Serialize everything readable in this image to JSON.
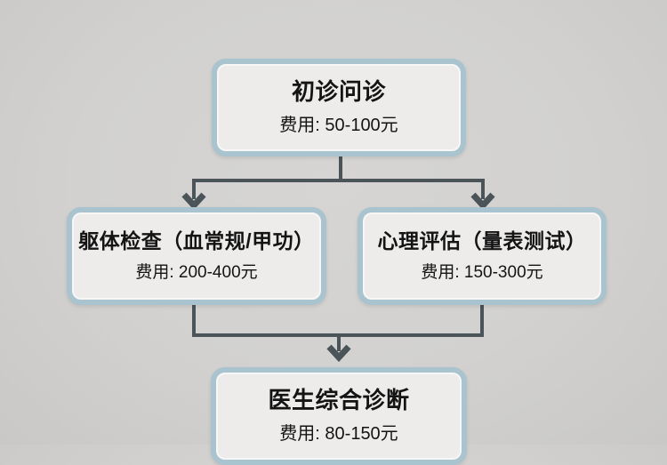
{
  "diagram_type": "flowchart",
  "nodes": [
    {
      "id": "initial-consultation",
      "title": "初诊问诊",
      "fee": "费用: 50-100元"
    },
    {
      "id": "physical-exam",
      "title": "躯体检查（血常规/甲功）",
      "fee": "费用: 200-400元"
    },
    {
      "id": "psych-assessment",
      "title": "心理评估（量表测试）",
      "fee": "费用: 150-300元"
    },
    {
      "id": "final-diagnosis",
      "title": "医生综合诊断",
      "fee": "费用: 80-150元"
    }
  ],
  "edges": [
    {
      "from": "initial-consultation",
      "to": "physical-exam"
    },
    {
      "from": "initial-consultation",
      "to": "psych-assessment"
    },
    {
      "from": "physical-exam",
      "to": "final-diagnosis"
    },
    {
      "from": "psych-assessment",
      "to": "final-diagnosis"
    }
  ],
  "colors": {
    "background": "#d2d1cf",
    "node_fill": "#edecea",
    "node_border": "#a9c3cf",
    "connector": "#4b5458",
    "text": "#141414"
  }
}
